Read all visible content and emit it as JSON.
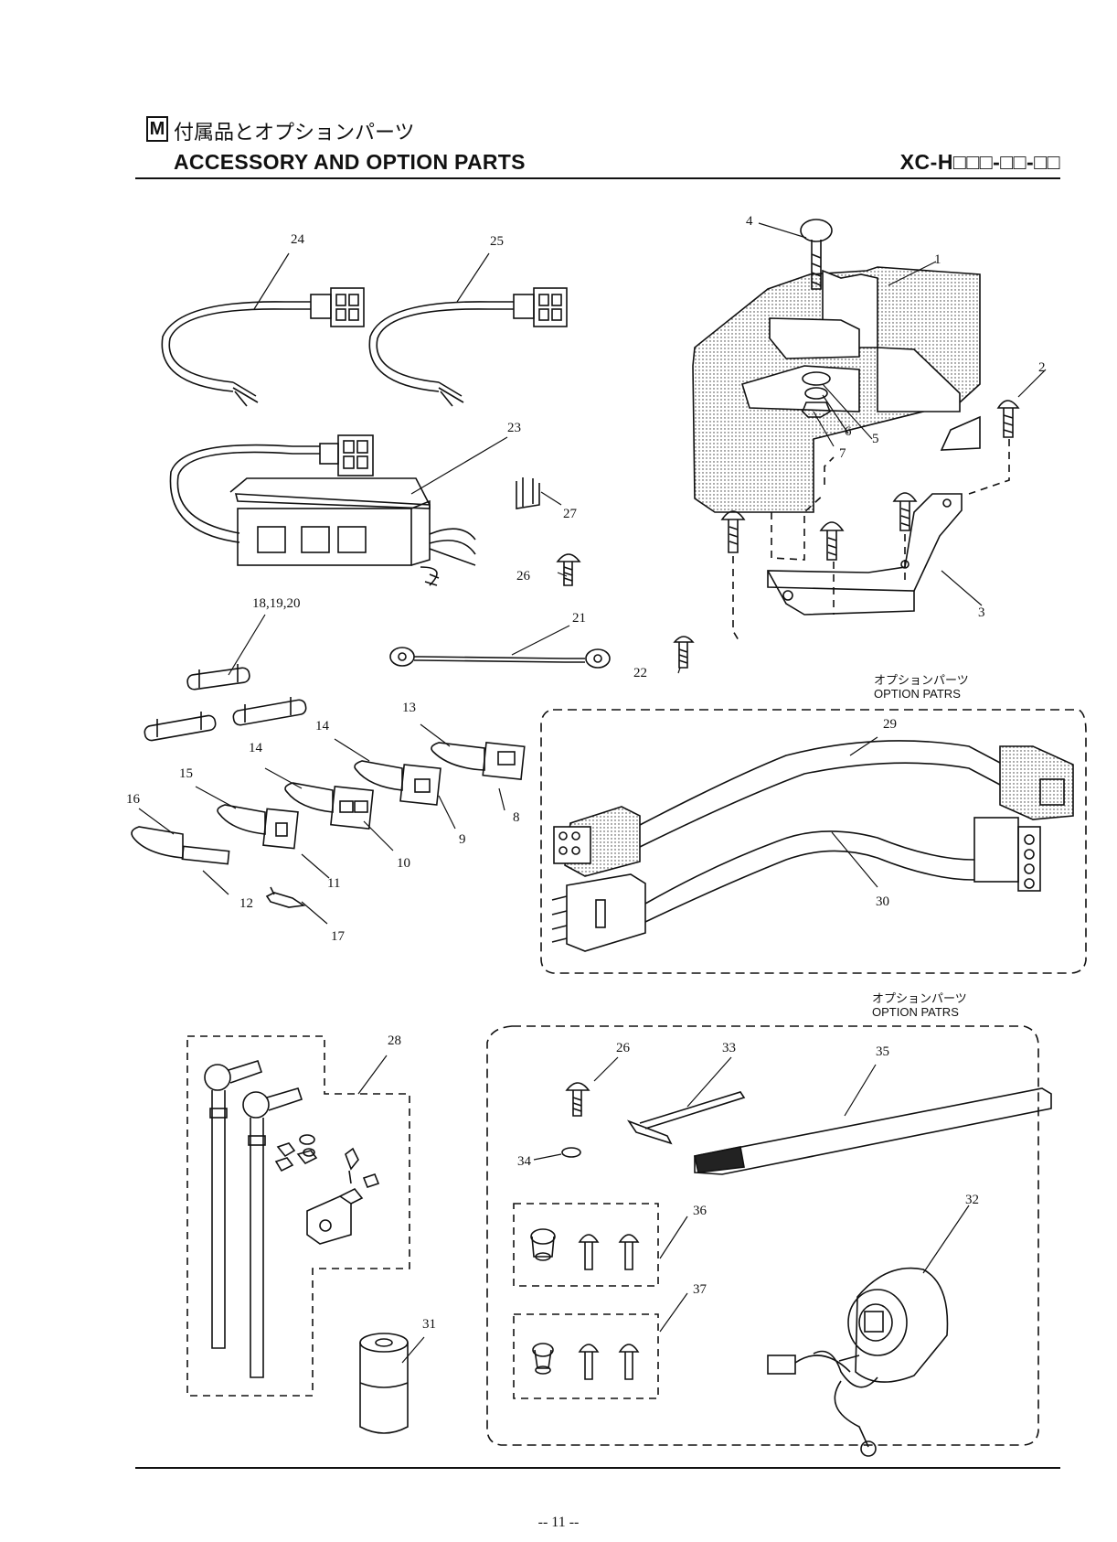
{
  "header": {
    "section_letter": "M",
    "title_jp": "付属品とオプションパーツ",
    "title_en": "ACCESSORY AND OPTION PARTS",
    "model": "XC-H□□□-□□-□□"
  },
  "option_box_1": {
    "title_jp": "オプションパーツ",
    "title_en": "OPTION PATRS"
  },
  "option_box_2": {
    "title_jp": "オプションパーツ",
    "title_en": "OPTION PATRS"
  },
  "callouts": {
    "c1": "1",
    "c2": "2",
    "c3": "3",
    "c4": "4",
    "c5": "5",
    "c6": "6",
    "c7": "7",
    "c8": "8",
    "c9": "9",
    "c10": "10",
    "c11": "11",
    "c12": "12",
    "c13": "13",
    "c14a": "14",
    "c14b": "14",
    "c15": "15",
    "c16": "16",
    "c17": "17",
    "c18": "18,19,20",
    "c21": "21",
    "c22": "22",
    "c23": "23",
    "c24": "24",
    "c25": "25",
    "c26a": "26",
    "c26b": "26",
    "c27": "27",
    "c28": "28",
    "c29": "29",
    "c30": "30",
    "c31": "31",
    "c32": "32",
    "c33": "33",
    "c34": "34",
    "c35": "35",
    "c36": "36",
    "c37": "37"
  },
  "footer": {
    "page_number": "-- 11 --"
  }
}
